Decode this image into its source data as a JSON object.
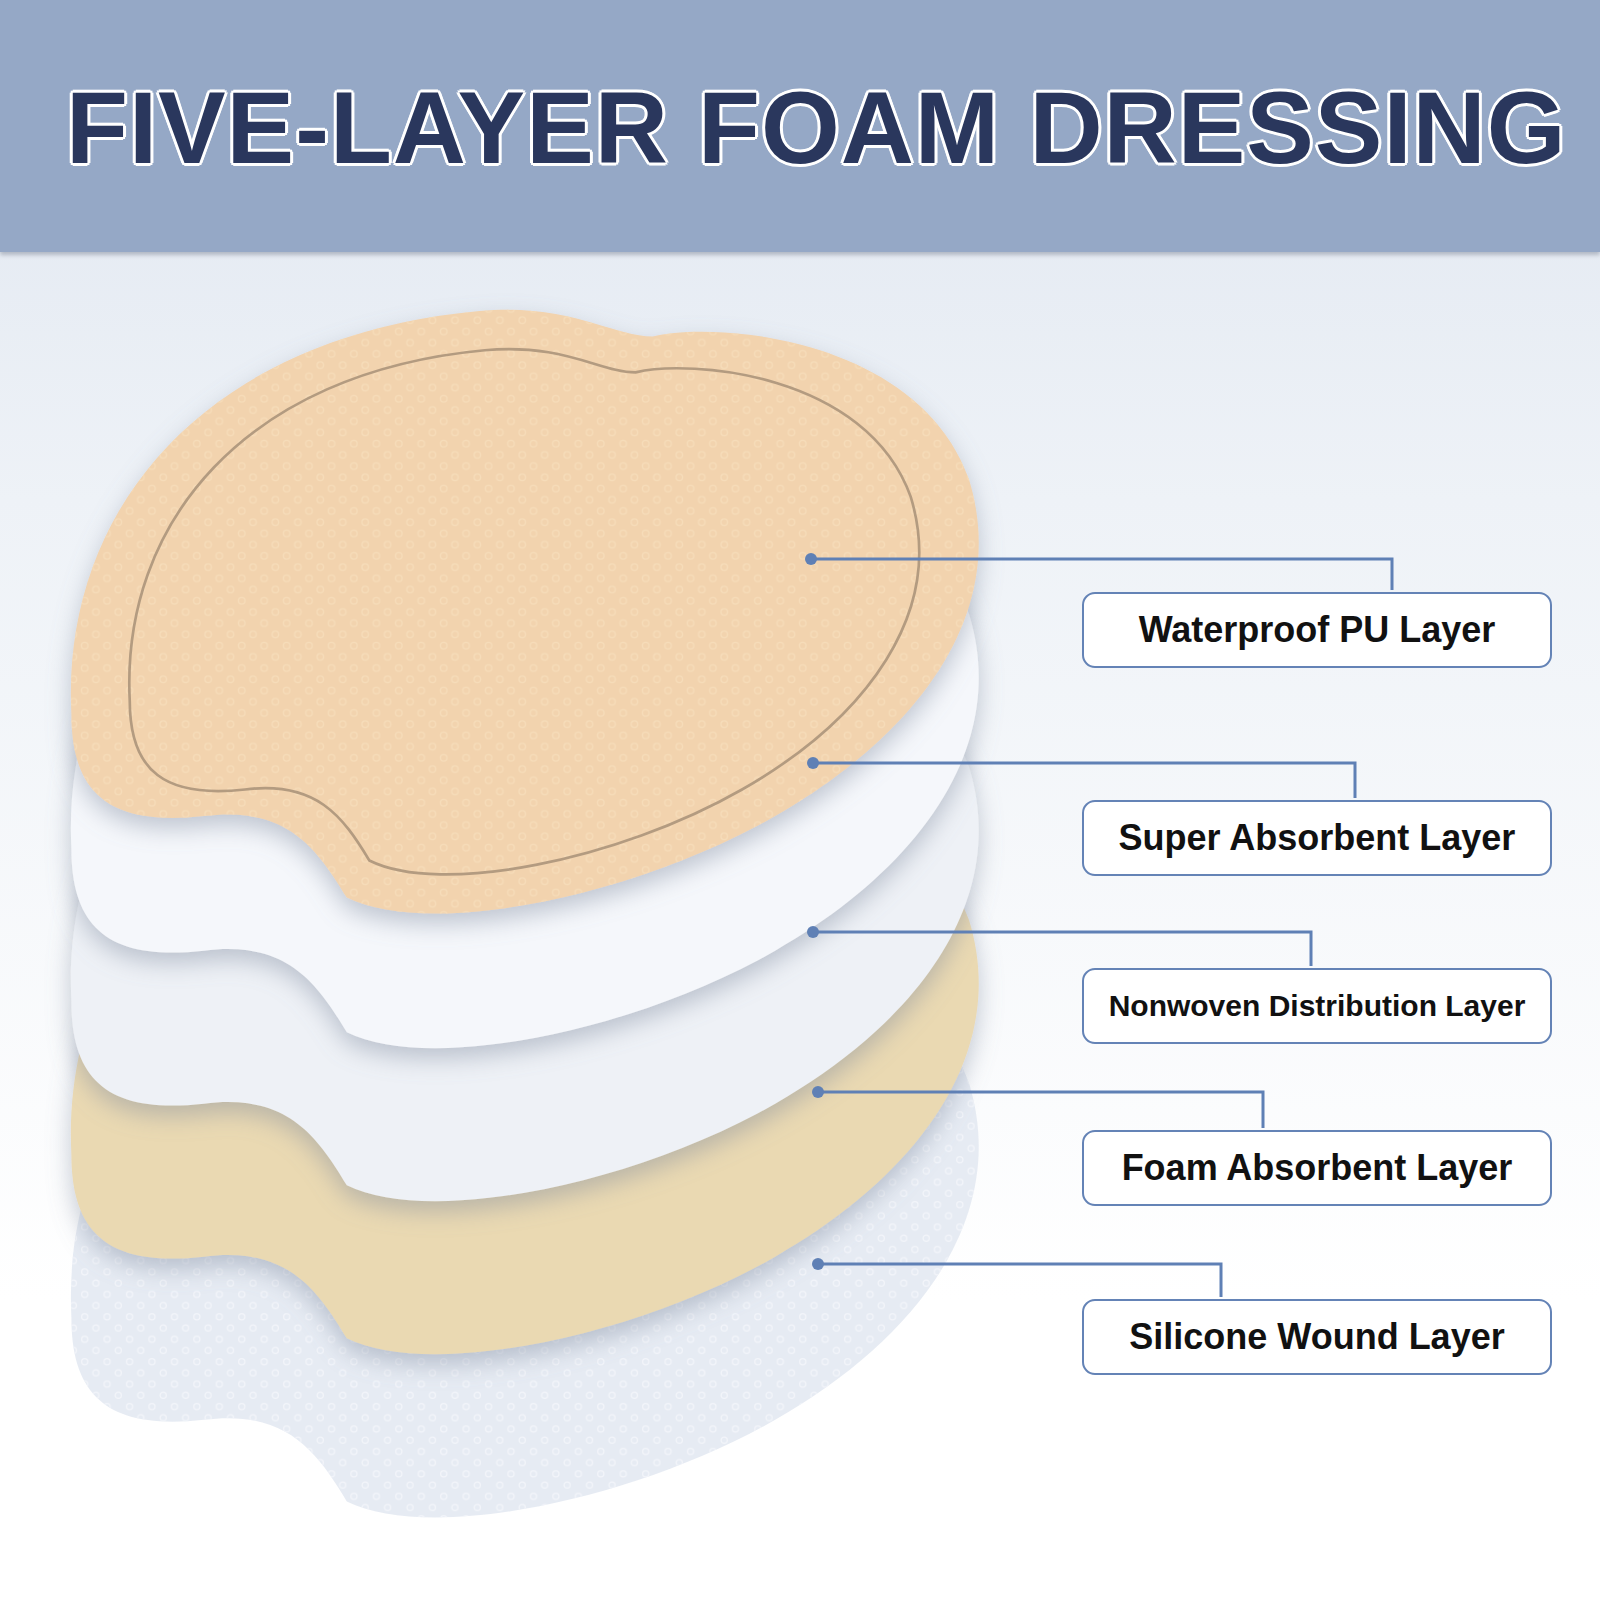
{
  "diagram": {
    "title": "FIVE-LAYER FOAM DRESSING",
    "nodes": [
      {
        "text": [
          "Waterproof PU Layer"
        ]
      },
      {
        "text": [
          "Super Absorbent Layer"
        ]
      },
      {
        "text": [
          "Nonwoven Distribution Layer"
        ]
      },
      {
        "text": [
          "Foam Absorbent Layer"
        ]
      },
      {
        "text": [
          "Silicone Wound Layer"
        ]
      }
    ]
  }
}
